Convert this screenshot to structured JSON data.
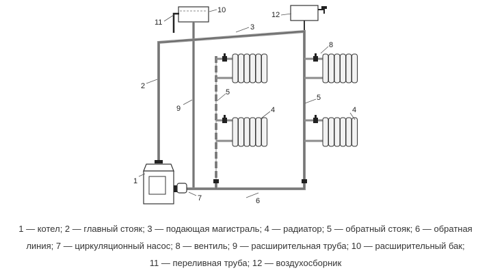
{
  "labels": {
    "n1": "1",
    "n2": "2",
    "n3": "3",
    "n4a": "4",
    "n4b": "4",
    "n5a": "5",
    "n5b": "5",
    "n6": "6",
    "n7": "7",
    "n8": "8",
    "n9": "9",
    "n10": "10",
    "n11": "11",
    "n12": "12"
  },
  "caption": {
    "line1": "1 — котел; 2 — главный стояк; 3 — подающая магистраль; 4 — радиатор; 5 — обратный стояк; 6 — обратная",
    "line2": "линия; 7 — циркуляционный насос; 8 — вентиль; 9 — расширительная труба; 10 — расширительный бак;",
    "line3": "11 — переливная труба; 12 — воздухосборник"
  },
  "colors": {
    "pipe": "#8c8c8c",
    "outline": "#333333",
    "radiator": "#f2f2f2",
    "valve": "#222222"
  }
}
